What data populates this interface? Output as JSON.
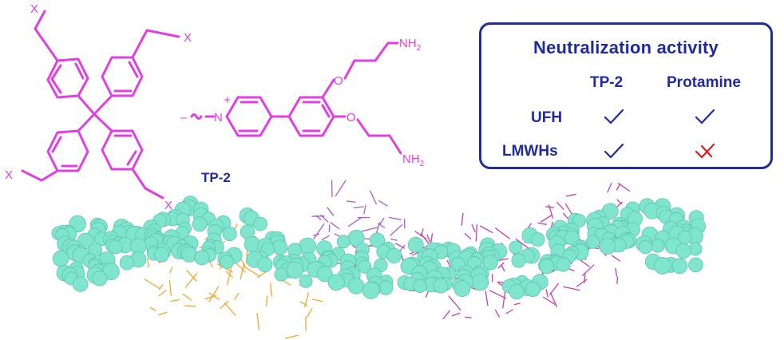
{
  "structure": {
    "substituent": "X",
    "pyridinium_n": "N",
    "charge": "+",
    "oxygen": "O",
    "amine": "NH",
    "amine_sub": "2",
    "compound_label": "TP-2"
  },
  "panel": {
    "title": "Neutralization activity",
    "columns": [
      "TP-2",
      "Protamine"
    ],
    "rows": [
      {
        "label": "UFH",
        "cells": [
          "check",
          "check"
        ]
      },
      {
        "label": "LMWHs",
        "cells": [
          "check",
          "cross"
        ]
      }
    ]
  },
  "colors": {
    "molecule": "#e040e0",
    "label": "#1f2b9e",
    "check": "#1f2b9e",
    "cross": "#d81e1e",
    "spheres": "#7fe5cf",
    "stick_orange": "#f0a830",
    "stick_magenta": "#c040b0",
    "stick_purple": "#a860c8"
  }
}
